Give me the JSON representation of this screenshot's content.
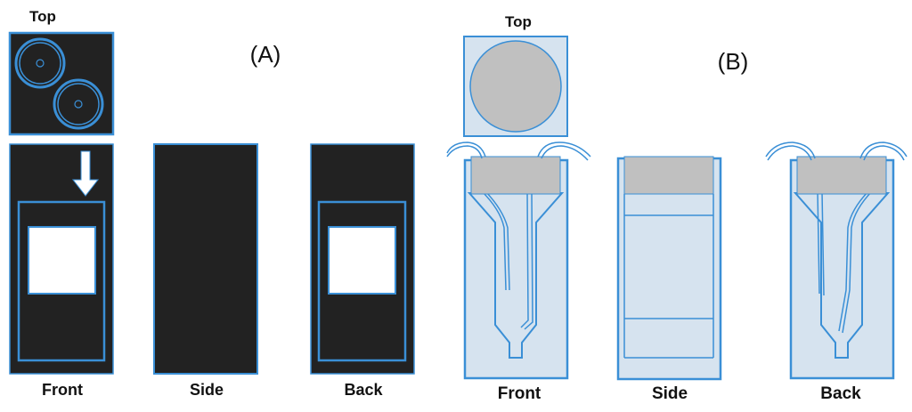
{
  "panel_a": {
    "label": "(A)",
    "top_label": "Top",
    "front_label": "Front",
    "side_label": "Side",
    "back_label": "Back"
  },
  "panel_b": {
    "label": "(B)",
    "top_label": "Top",
    "front_label": "Front",
    "side_label": "Side",
    "back_label": "Back"
  },
  "colors": {
    "dark_fill": "#222222",
    "blue_outline": "#3a8fd6",
    "light_blue_fill": "#d6e3ef",
    "gray_cap": "#c0c0c0",
    "white": "#ffffff"
  }
}
